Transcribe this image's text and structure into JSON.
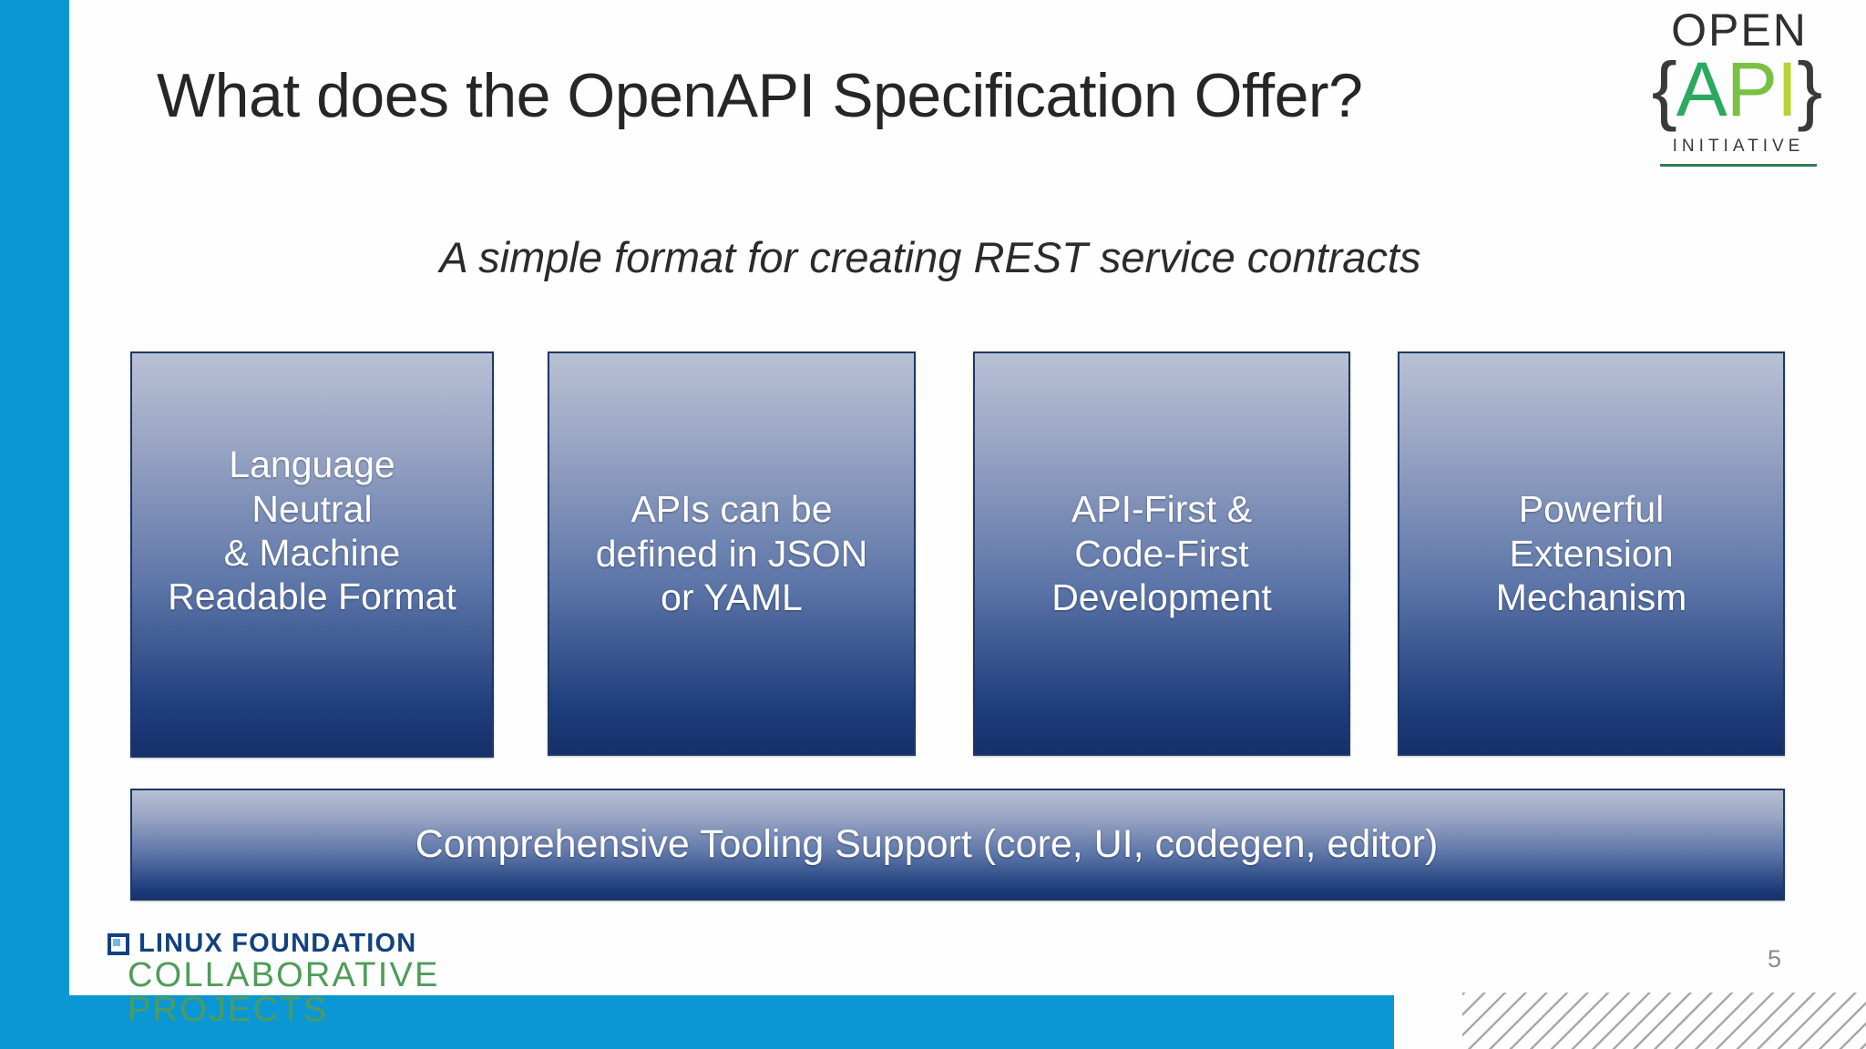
{
  "slide": {
    "title": "What does the OpenAPI Specification Offer?",
    "subtitle": "A simple format for creating REST service contracts",
    "page_number": "5"
  },
  "logo": {
    "open_text": "OPEN",
    "brace_open": "{",
    "letter_a": "A",
    "letter_p": "P",
    "letter_i": "I",
    "brace_close": "}",
    "initiative_text": "INITIATIVE"
  },
  "boxes": [
    {
      "name": "language-neutral",
      "text": "Language\nNeutral\n& Machine\nReadable Format"
    },
    {
      "name": "json-or-yaml",
      "text": "APIs can be\ndefined in JSON\nor YAML"
    },
    {
      "name": "api-first-code-first",
      "text": "API-First &\nCode-First\nDevelopment"
    },
    {
      "name": "extension-mechanism",
      "text": "Powerful\nExtension\nMechanism"
    }
  ],
  "wide_bar": {
    "text": "Comprehensive Tooling Support (core, UI, codegen, editor)"
  },
  "footer_logo": {
    "line1": "LINUX FOUNDATION",
    "line2": "COLLABORATIVE PROJECTS"
  },
  "colors": {
    "accent_blue": "#0b97d4",
    "box_dark": "#1f3864",
    "lf_navy": "#12427e",
    "lf_green": "#4f9c5a",
    "logo_green_a": "#2aa95f",
    "logo_green_p": "#7ac143",
    "logo_green_i": "#b5d334"
  }
}
